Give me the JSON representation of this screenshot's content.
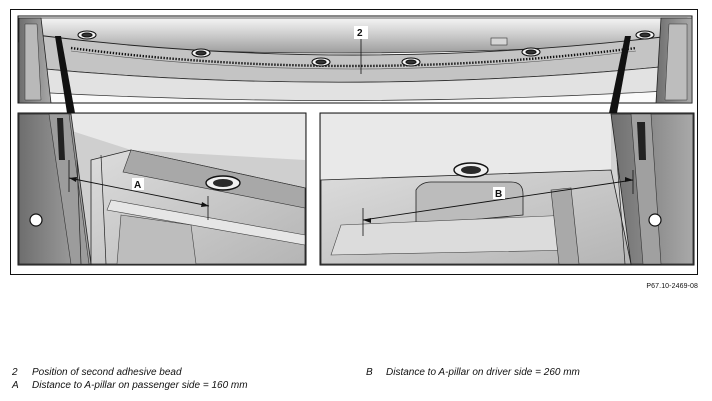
{
  "figure": {
    "callout_2": "2",
    "callout_a": "A",
    "callout_b": "B",
    "reference": "P67.10-2469-08"
  },
  "legend": [
    {
      "key": "2",
      "text": "Position of second adhesive bead"
    },
    {
      "key": "A",
      "text": "Distance to A-pillar on passenger side = 160 mm"
    },
    {
      "key": "B",
      "text": "Distance to A-pillar on driver side = 260 mm"
    }
  ],
  "colors": {
    "panel_gray": "#c9c9c9",
    "panel_dark": "#8f8f8f",
    "panel_light": "#e4e4e4",
    "line": "#111111"
  }
}
